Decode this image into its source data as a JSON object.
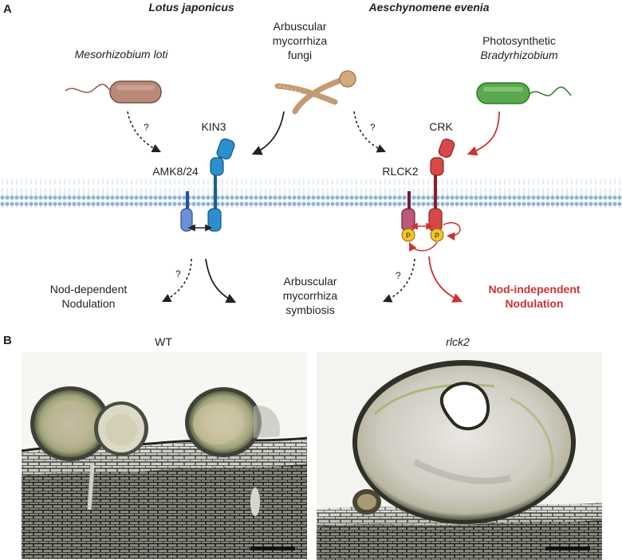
{
  "panel_a": {
    "letter": "A",
    "species_left": "Lotus japonicus",
    "species_right": "Aeschynomene evenia",
    "org_left": "Mesorhizobium loti",
    "org_middle_line1": "Arbuscular",
    "org_middle_line2": "mycorrhiza",
    "org_middle_line3": "fungi",
    "org_right_line1": "Photosynthetic",
    "org_right_line2": "Bradyrhizobium",
    "q1": "?",
    "q2": "?",
    "q3": "?",
    "q4": "?",
    "kin3": "KIN3",
    "amk": "AMK8/24",
    "crk": "CRK",
    "rlck2": "RLCK2",
    "phospho1": "P",
    "phospho2": "P",
    "out_left_line1": "Nod-dependent",
    "out_left_line2": "Nodulation",
    "out_mid_line1": "Arbuscular",
    "out_mid_line2": "mycorrhiza",
    "out_mid_line3": "symbiosis",
    "out_right_line1": "Nod-independent",
    "out_right_line2": "Nodulation",
    "colors": {
      "black": "#222222",
      "red": "#cc3333",
      "blue": "#2a7fc1",
      "darkred": "#b22a2a"
    }
  },
  "panel_b": {
    "letter": "B",
    "label_left": "WT",
    "label_right": "rlck2"
  }
}
